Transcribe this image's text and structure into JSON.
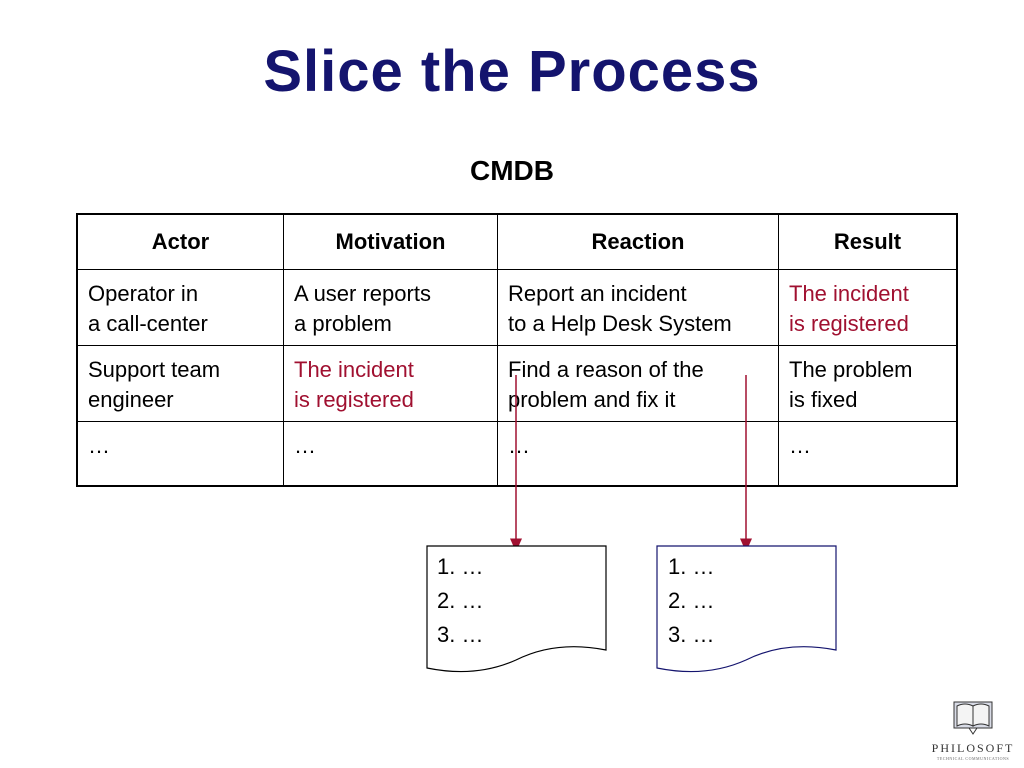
{
  "title": "Slice the Process",
  "subtitle": "CMDB",
  "table": {
    "headers": [
      "Actor",
      "Motivation",
      "Reaction",
      "Result"
    ],
    "rows": [
      {
        "actor": [
          "Operator in",
          "a call-center"
        ],
        "motivation": [
          "A user reports",
          "a problem"
        ],
        "reaction": [
          "Report an incident",
          "to a Help Desk System"
        ],
        "result": [
          "The incident",
          "is registered"
        ]
      },
      {
        "actor": [
          "Support team",
          "engineer"
        ],
        "motivation": [
          "The incident",
          "is registered"
        ],
        "reaction": [
          "Find a reason of the",
          "problem and fix it"
        ],
        "result": [
          "The problem",
          "is fixed"
        ]
      },
      {
        "actor": [
          "…"
        ],
        "motivation": [
          "…"
        ],
        "reaction": [
          "…"
        ],
        "result": [
          "…"
        ]
      }
    ]
  },
  "documents": [
    {
      "items": [
        "1. …",
        "2. …",
        "3. …"
      ]
    },
    {
      "items": [
        "1. …",
        "2. …",
        "3. …"
      ]
    }
  ],
  "logo": {
    "name": "PHILOSOFT",
    "tagline": "TECHNICAL COMMUNICATIONS"
  },
  "colors": {
    "title": "#14146e",
    "highlight": "#a01030",
    "arrow": "#a01030",
    "doc2_border": "#14146e"
  }
}
